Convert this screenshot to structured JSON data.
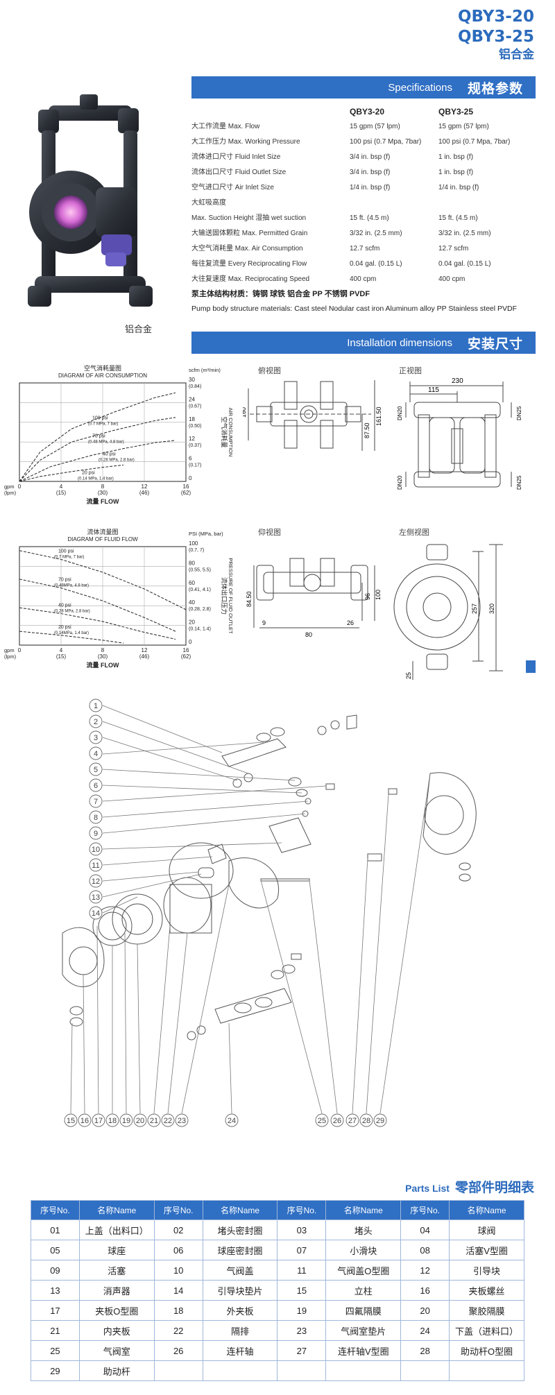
{
  "header": {
    "model1": "QBY3-20",
    "model2": "QBY3-25",
    "material": "铝合金"
  },
  "spec_bar": {
    "en": "Specifications",
    "cn": "规格参数"
  },
  "pump_caption": "铝合金",
  "spec": {
    "col1": "QBY3-20",
    "col2": "QBY3-25",
    "rows": [
      {
        "label": "大工作流量 Max. Flow",
        "v1": "15 gpm (57 lpm)",
        "v2": "15 gpm (57 lpm)"
      },
      {
        "label": "大工作压力 Max. Working Pressure",
        "v1": "100 psi (0.7 Mpa, 7bar)",
        "v2": "100 psi (0.7 Mpa, 7bar)"
      },
      {
        "label": "流体进口尺寸  Fluid Inlet Size",
        "v1": "3/4 in. bsp (f)",
        "v2": "1 in. bsp (f)"
      },
      {
        "label": "流体出口尺寸  Fluid Outlet Size",
        "v1": "3/4 in. bsp (f)",
        "v2": "1 in. bsp (f)"
      },
      {
        "label": "空气进口尺寸  Air Inlet Size",
        "v1": "1/4 in. bsp (f)",
        "v2": "1/4 in. bsp (f)"
      },
      {
        "label": "大虹吸高度",
        "v1": "",
        "v2": ""
      },
      {
        "label": "Max. Suction Height      湿抽  wet suction",
        "v1": "15 ft. (4.5 m)",
        "v2": "15 ft. (4.5 m)"
      },
      {
        "label": "大输送固体颗粒  Max. Permitted Grain",
        "v1": "3/32 in. (2.5 mm)",
        "v2": "3/32 in. (2.5 mm)"
      },
      {
        "label": "大空气消耗量  Max. Air Consumption",
        "v1": "12.7 scfm",
        "v2": "12.7 scfm"
      },
      {
        "label": "每往复流量  Every Reciprocating Flow",
        "v1": "0.04 gal. (0.15 L)",
        "v2": "0.04 gal. (0.15 L)"
      },
      {
        "label": "大往复速度  Max. Reciprocating Speed",
        "v1": "400 cpm",
        "v2": "400 cpm"
      }
    ],
    "material_cn": "泵主体结构材质：铸钢    球铁    铝合金    PP    不锈钢    PVDF",
    "material_en": "Pump body structure materials: Cast steel  Nodular cast iron  Aluminum alloy  PP  Stainless steel  PVDF"
  },
  "install_bar": {
    "en": "Installation dimensions",
    "cn": "安装尺寸"
  },
  "chart_data": [
    {
      "type": "line",
      "title": "空气消耗量图",
      "subtitle": "DIAGRAM OF AIR CONSUMPTION",
      "xlabel": "流量  FLOW",
      "ylabel_cn": "空气消耗量",
      "ylabel_en": "AIR CONSUMPTION",
      "y_unit": "scfm (m³/min)",
      "x_unit_top": "gpm",
      "x_unit_bottom": "(lpm)",
      "x_ticks": [
        "0",
        "4",
        "8",
        "12",
        "16"
      ],
      "x_ticks_sub": [
        "",
        "(15)",
        "(30)",
        "(46)",
        "(62)"
      ],
      "y_ticks": [
        "0",
        "6",
        "12",
        "18",
        "24",
        "30"
      ],
      "y_ticks_sub": [
        "",
        "(0.17)",
        "(0.37)",
        "(0.50)",
        "(0.67)",
        "(0.84)"
      ],
      "xlim": [
        0,
        16
      ],
      "ylim": [
        0,
        30
      ],
      "grid": true,
      "series": [
        {
          "name": "100 psi",
          "sub": "(0.7 MPa, 7 bar)",
          "x": [
            0,
            2,
            5,
            9,
            13,
            15
          ],
          "y": [
            0,
            9,
            16,
            21,
            25.5,
            27
          ]
        },
        {
          "name": "70 psi",
          "sub": "(0.48 MPa, 4.8 bar)",
          "x": [
            0,
            2,
            5,
            9,
            13,
            15
          ],
          "y": [
            0,
            6.5,
            12,
            15.5,
            18.5,
            19.5
          ]
        },
        {
          "name": "40 psi",
          "sub": "(0.28 MPa, 2.8 bar)",
          "x": [
            0,
            3,
            7,
            10,
            13,
            15
          ],
          "y": [
            0,
            4.5,
            8,
            10,
            11.8,
            12.5
          ]
        },
        {
          "name": "20 psi",
          "sub": "(0.14 MPa, 1.4 bar)",
          "x": [
            0,
            2,
            5,
            8,
            10
          ],
          "y": [
            0,
            1.5,
            3,
            4.3,
            5
          ]
        }
      ]
    },
    {
      "type": "line",
      "title": "流体流量图",
      "subtitle": "DIAGRAM OF FLUID FLOW",
      "xlabel": "流量  FLOW",
      "ylabel_cn": "流体出口压力",
      "ylabel_en": "PRESSURE OF FLUID OUTLET",
      "y_unit": "PSI (MPa, bar)",
      "x_unit_top": "gpm",
      "x_unit_bottom": "(lpm)",
      "x_ticks": [
        "0",
        "4",
        "8",
        "12",
        "16"
      ],
      "x_ticks_sub": [
        "",
        "(15)",
        "(30)",
        "(46)",
        "(62)"
      ],
      "y_ticks": [
        "0",
        "20",
        "40",
        "60",
        "80",
        "100"
      ],
      "y_ticks_sub": [
        "",
        "(0.14, 1.4)",
        "(0.28, 2.8)",
        "(0.41, 4.1)",
        "(0.55, 5.5)",
        "(0.7, 7)"
      ],
      "xlim": [
        0,
        16
      ],
      "ylim": [
        0,
        100
      ],
      "grid": true,
      "series": [
        {
          "name": "100 psi",
          "sub": "(0.7 MPa, 7 bar)",
          "x": [
            0,
            4,
            8,
            12,
            16
          ],
          "y": [
            96,
            87,
            74,
            57,
            36
          ]
        },
        {
          "name": "70 psi",
          "sub": "(0.48MPa, 4.8 bar)",
          "x": [
            0,
            4,
            8,
            12,
            15
          ],
          "y": [
            67,
            58,
            45,
            28,
            14
          ]
        },
        {
          "name": "40 psi",
          "sub": "(0.28 MPa, 2.8 bar)",
          "x": [
            0,
            4,
            8,
            12,
            15
          ],
          "y": [
            38,
            32,
            24,
            13,
            6
          ]
        },
        {
          "name": "20 psi",
          "sub": "(0.14MPa, 1.4 bar)",
          "x": [
            0,
            4,
            8,
            10
          ],
          "y": [
            14,
            10,
            5,
            2
          ]
        }
      ]
    }
  ],
  "drawings": {
    "top_view": "俯视图",
    "front_view": "正视图",
    "bottom_view": "仰视图",
    "left_view": "左侧视图",
    "dims": {
      "d160": "160",
      "d16150": "161.50",
      "d8750": "87.50",
      "d230": "230",
      "d115": "115",
      "dn20a": "DN20",
      "dn25a": "DN25",
      "dn20b": "DN20",
      "dn25b": "DN25",
      "d8450": "84.50",
      "d96": "96",
      "d100": "100",
      "d9": "9",
      "d80": "80",
      "d26": "26",
      "d257": "257",
      "d320": "320",
      "d25": "25"
    }
  },
  "exploded_numbers": [
    "1",
    "2",
    "3",
    "4",
    "5",
    "6",
    "7",
    "8",
    "9",
    "10",
    "11",
    "12",
    "13",
    "14",
    "15",
    "16",
    "17",
    "18",
    "19",
    "20",
    "21",
    "22",
    "23",
    "24",
    "25",
    "26",
    "27",
    "28",
    "29"
  ],
  "parts_title": {
    "en": "Parts List",
    "cn": "零部件明细表"
  },
  "parts_table": {
    "headers": [
      "序号No.",
      "名称Name",
      "序号No.",
      "名称Name",
      "序号No.",
      "名称Name",
      "序号No.",
      "名称Name"
    ],
    "rows": [
      [
        "01",
        "上盖（出料口）",
        "02",
        "堵头密封圈",
        "03",
        "堵头",
        "04",
        "球阀"
      ],
      [
        "05",
        "球座",
        "06",
        "球座密封圈",
        "07",
        "小滑块",
        "08",
        "活塞V型圈"
      ],
      [
        "09",
        "活塞",
        "10",
        "气阀盖",
        "11",
        "气阀盖O型圈",
        "12",
        "引导块"
      ],
      [
        "13",
        "消声器",
        "14",
        "引导块垫片",
        "15",
        "立柱",
        "16",
        "夹板螺丝"
      ],
      [
        "17",
        "夹板O型圈",
        "18",
        "外夹板",
        "19",
        "四氟隔膜",
        "20",
        "聚胶隔膜"
      ],
      [
        "21",
        "内夹板",
        "22",
        "隔排",
        "23",
        "气阀室垫片",
        "24",
        "下盖（进料口）"
      ],
      [
        "25",
        "气阀室",
        "26",
        "连杆轴",
        "27",
        "连杆轴V型圈",
        "28",
        "助动杆O型圈"
      ],
      [
        "29",
        "助动杆",
        "",
        "",
        "",
        "",
        "",
        ""
      ]
    ]
  }
}
